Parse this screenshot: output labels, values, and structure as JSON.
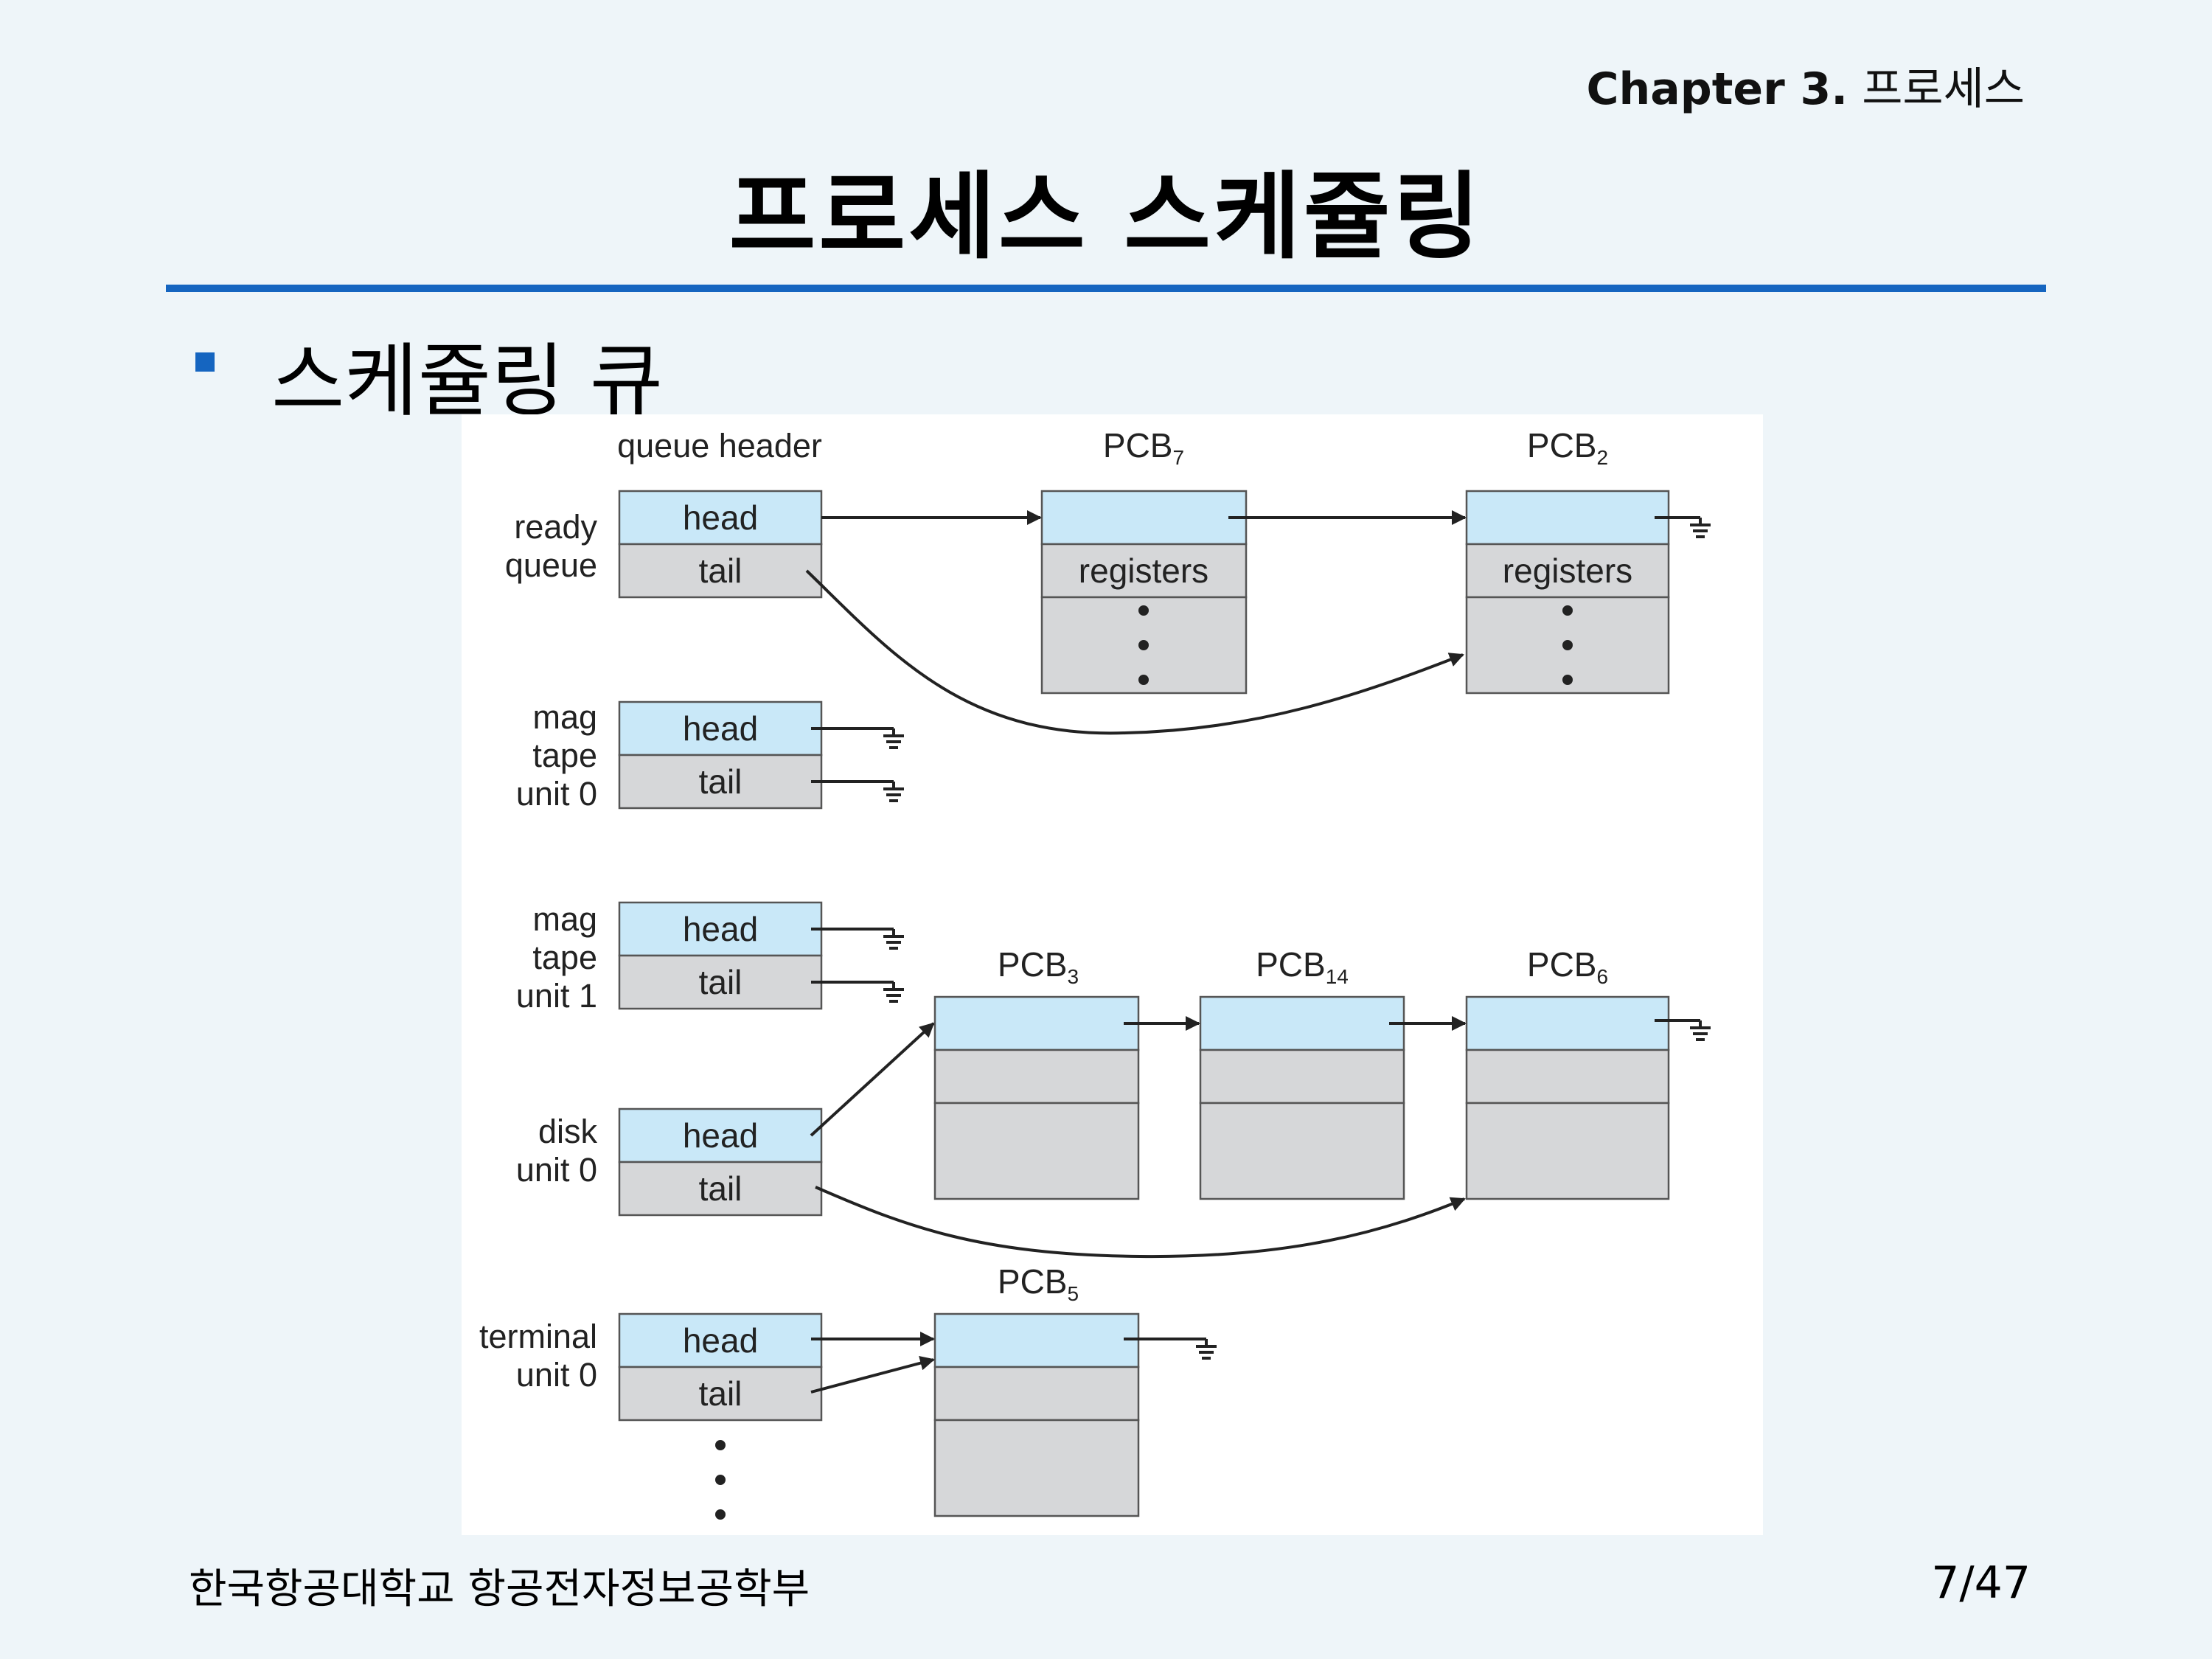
{
  "header": {
    "chapter_prefix": "Chapter 3.",
    "chapter_name": "프로세스",
    "title": "프로세스 스케쥴링"
  },
  "bullet": {
    "text": "스케쥴링 큐"
  },
  "figure": {
    "queue_header_label": "queue header",
    "head_label": "head",
    "tail_label": "tail",
    "registers_label": "registers",
    "pcb_prefix": "PCB",
    "queues": [
      {
        "lines": [
          "ready",
          "queue"
        ]
      },
      {
        "lines": [
          "mag",
          "tape",
          "unit 0"
        ]
      },
      {
        "lines": [
          "mag",
          "tape",
          "unit 1"
        ]
      },
      {
        "lines": [
          "disk",
          "unit 0"
        ]
      },
      {
        "lines": [
          "terminal",
          "unit 0"
        ]
      }
    ],
    "pcbs": [
      {
        "sub": "7"
      },
      {
        "sub": "2"
      },
      {
        "sub": "3"
      },
      {
        "sub": "14"
      },
      {
        "sub": "6"
      },
      {
        "sub": "5"
      }
    ]
  },
  "footer": {
    "school": "한국항공대학교 항공전자정보공학부",
    "page": "7/47"
  }
}
